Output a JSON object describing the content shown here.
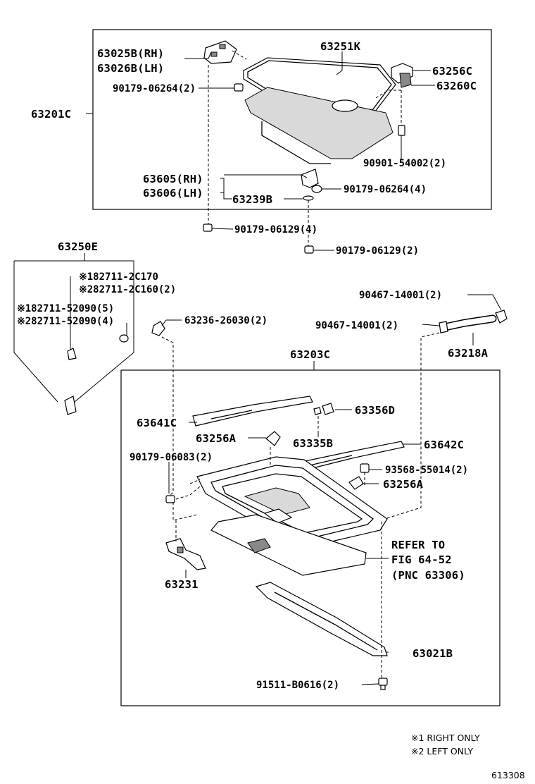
{
  "labels": {
    "p63025B": "63025B(RH)",
    "p63026B": "63026B(LH)",
    "p63251K": "63251K",
    "p63256C": "63256C",
    "p63260C": "63260C",
    "p90179_06264_2": "90179-06264(2)",
    "p63201C": "63201C",
    "p90901_54002": "90901-54002(2)",
    "p63605": "63605(RH)",
    "p63606": "63606(LH)",
    "p90179_06264_4": "90179-06264(4)",
    "p63239B": "63239B",
    "p90179_06129_4": "90179-06129(4)",
    "p90179_06129_2": "90179-06129(2)",
    "p63250E": "63250E",
    "p82711_2C170": "※182711-2C170",
    "p82711_2C160": "※282711-2C160(2)",
    "p82711_52090_5": "※182711-52090(5)",
    "p82711_52090_4": "※282711-52090(4)",
    "p63236": "63236-26030(2)",
    "p90467_top": "90467-14001(2)",
    "p90467_mid": "90467-14001(2)",
    "p63218A": "63218A",
    "p63203C": "63203C",
    "p63641C": "63641C",
    "p63356D": "63356D",
    "p63256A_1": "63256A",
    "p63335B": "63335B",
    "p63642C": "63642C",
    "p90179_06083": "90179-06083(2)",
    "p93568": "93568-55014(2)",
    "p63256A_2": "63256A",
    "refer1": "REFER TO",
    "refer2": "FIG 64-52",
    "refer3": "(PNC 63306)",
    "p63231": "63231",
    "p63021B": "63021B",
    "p91511": "91511-B0616(2)"
  },
  "notes": {
    "note1": "※1  RIGHT ONLY",
    "note2": "※2  LEFT ONLY"
  },
  "figure_id": "613308"
}
